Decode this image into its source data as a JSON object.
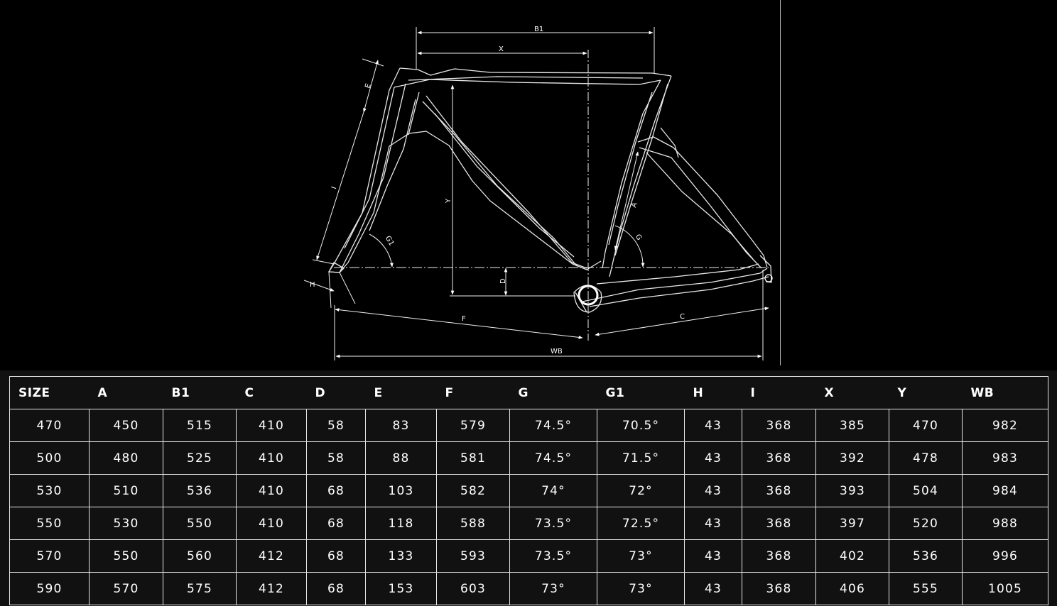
{
  "diagram": {
    "labels": {
      "b1": "B1",
      "x": "X",
      "e": "E",
      "i": "I",
      "y": "Y",
      "g1": "G1",
      "a": "A",
      "g": "G",
      "d": "D",
      "h": "H",
      "f": "F",
      "c": "C",
      "wb": "WB"
    }
  },
  "geometry_table": {
    "headers": [
      "SIZE",
      "A",
      "B1",
      "C",
      "D",
      "E",
      "F",
      "G",
      "G1",
      "H",
      "I",
      "X",
      "Y",
      "WB"
    ],
    "rows": [
      [
        "470",
        "450",
        "515",
        "410",
        "58",
        "83",
        "579",
        "74.5°",
        "70.5°",
        "43",
        "368",
        "385",
        "470",
        "982"
      ],
      [
        "500",
        "480",
        "525",
        "410",
        "58",
        "88",
        "581",
        "74.5°",
        "71.5°",
        "43",
        "368",
        "392",
        "478",
        "983"
      ],
      [
        "530",
        "510",
        "536",
        "410",
        "68",
        "103",
        "582",
        "74°",
        "72°",
        "43",
        "368",
        "393",
        "504",
        "984"
      ],
      [
        "550",
        "530",
        "550",
        "410",
        "68",
        "118",
        "588",
        "73.5°",
        "72.5°",
        "43",
        "368",
        "397",
        "520",
        "988"
      ],
      [
        "570",
        "550",
        "560",
        "412",
        "68",
        "133",
        "593",
        "73.5°",
        "73°",
        "43",
        "368",
        "402",
        "536",
        "996"
      ],
      [
        "590",
        "570",
        "575",
        "412",
        "68",
        "153",
        "603",
        "73°",
        "73°",
        "43",
        "368",
        "406",
        "555",
        "1005"
      ]
    ]
  }
}
